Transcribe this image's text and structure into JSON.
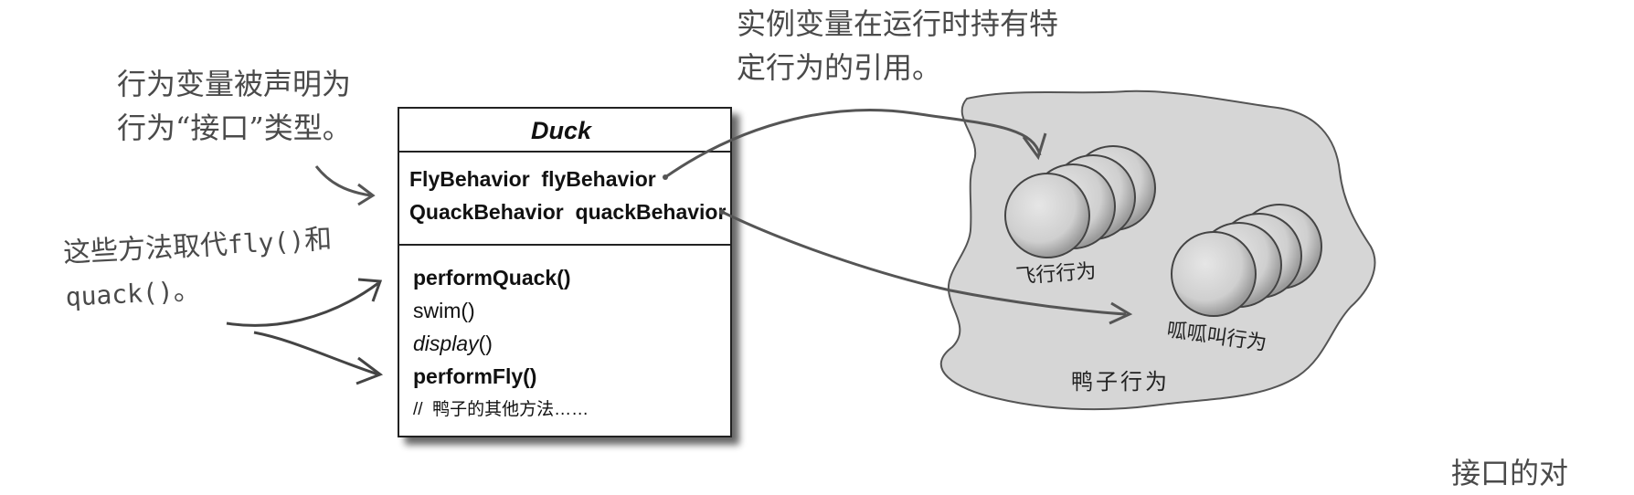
{
  "annotations": {
    "instance_vars": [
      "实例变量在运行时持有特",
      "定行为的引用。"
    ],
    "declared_as": [
      "行为变量被声明为",
      "行为“接口”类型。"
    ],
    "methods_replace": {
      "line1_prefix": "这些方法取代",
      "line1_code": "fly()",
      "line1_suffix": "和",
      "line2_code": "quack()",
      "line2_suffix": "。"
    },
    "bottom_partial": "接口的对"
  },
  "duck_class": {
    "name": "Duck",
    "fields": [
      "FlyBehavior  flyBehavior",
      "QuackBehavior  quackBehavior"
    ],
    "methods": [
      {
        "name": "performQuack()",
        "style": "bold"
      },
      {
        "name": "swim()",
        "style": "normal"
      },
      {
        "name_italic": "display",
        "name_rest": "()",
        "style": "italic"
      },
      {
        "name": "performFly()",
        "style": "bold"
      },
      {
        "name": "//  鸭子的其他方法……",
        "style": "comment"
      }
    ]
  },
  "behaviors": {
    "region_label": "鸭子行为",
    "fly_label": "飞行行为",
    "quack_label": "呱呱叫行为"
  }
}
